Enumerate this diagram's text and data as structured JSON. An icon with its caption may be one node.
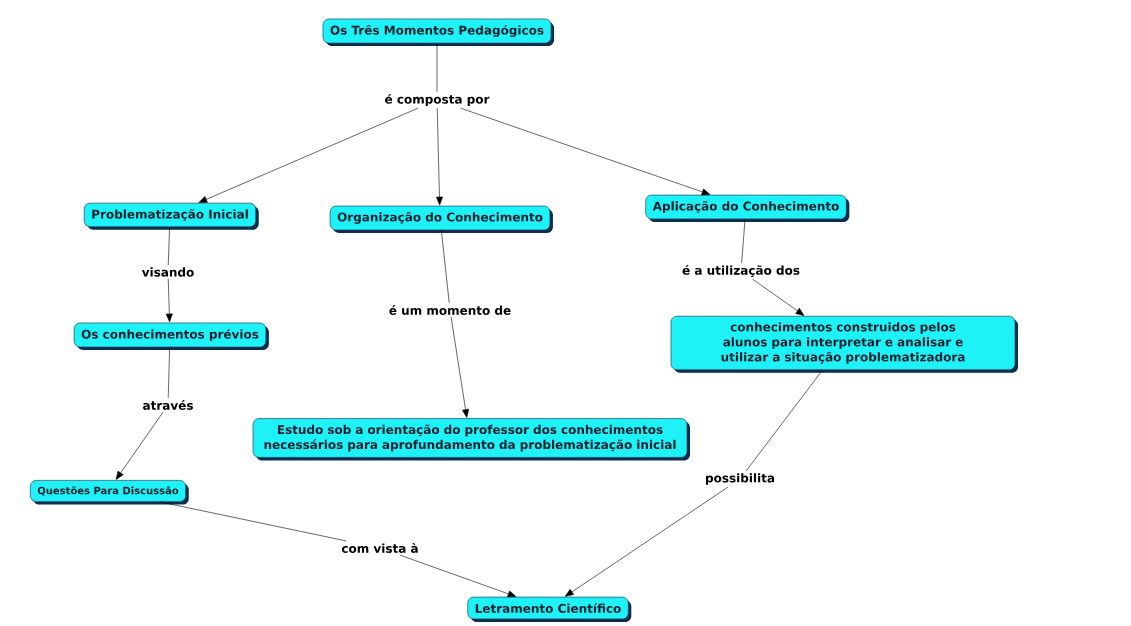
{
  "diagram": {
    "nodes": [
      {
        "text": [
          "Os Três Momentos Pedagógicos"
        ]
      },
      {
        "text": [
          "é composta por"
        ]
      },
      {
        "text": [
          "Problematização Inicial"
        ]
      },
      {
        "text": [
          "Organização do Conhecimento"
        ]
      },
      {
        "text": [
          "Aplicação do Conhecimento"
        ]
      },
      {
        "text": [
          "visando"
        ]
      },
      {
        "text": [
          "é um momento de"
        ]
      },
      {
        "text": [
          "é a utilização dos"
        ]
      },
      {
        "text": [
          "Os conhecimentos prévios"
        ]
      },
      {
        "text": [
          "conhecimentos construidos pelos alunos para interpretar e analisar e utilizar a situação problematizadora"
        ]
      },
      {
        "text": [
          "através"
        ]
      },
      {
        "text": [
          "Estudo sob a orientação do professor dos conhecimentos necessários para aprofundamento da problematização inicial"
        ]
      },
      {
        "text": [
          "Questões Para Discussão"
        ]
      },
      {
        "text": [
          "possibilita"
        ]
      },
      {
        "text": [
          "com vista à"
        ]
      },
      {
        "text": [
          "Letramento Científico"
        ]
      }
    ],
    "edges": [
      {
        "from": 0,
        "to": 1,
        "arrow": "none"
      },
      {
        "from": 1,
        "to": 2,
        "arrow": "to"
      },
      {
        "from": 1,
        "to": 3,
        "arrow": "to"
      },
      {
        "from": 1,
        "to": 4,
        "arrow": "to"
      },
      {
        "from": 2,
        "to": 5,
        "arrow": "none"
      },
      {
        "from": 5,
        "to": 8,
        "arrow": "to"
      },
      {
        "from": 8,
        "to": 10,
        "arrow": "none"
      },
      {
        "from": 10,
        "to": 12,
        "arrow": "to"
      },
      {
        "from": 3,
        "to": 6,
        "arrow": "none"
      },
      {
        "from": 6,
        "to": 11,
        "arrow": "to"
      },
      {
        "from": 4,
        "to": 7,
        "arrow": "none"
      },
      {
        "from": 7,
        "to": 9,
        "arrow": "to"
      },
      {
        "from": 9,
        "to": 13,
        "arrow": "none"
      },
      {
        "from": 13,
        "to": 15,
        "arrow": "to"
      },
      {
        "from": 12,
        "to": 14,
        "arrow": "none"
      },
      {
        "from": 14,
        "to": 15,
        "arrow": "to"
      }
    ]
  }
}
